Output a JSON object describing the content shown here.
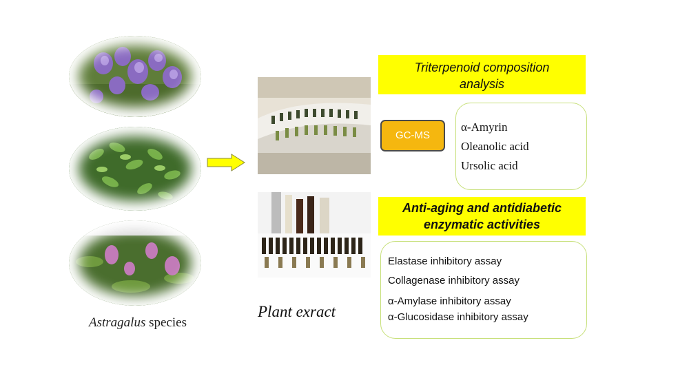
{
  "species_caption": {
    "genus": "Astragalus",
    "suffix": " species"
  },
  "extract_caption": "Plant exract",
  "triterpenoid_banner": {
    "line1": "Triterpenoid composition",
    "line2": "analysis"
  },
  "method_label": "GC-MS",
  "compounds": [
    "α-Amyrin",
    "Oleanolic acid",
    "Ursolic acid"
  ],
  "activity_banner": {
    "line1": "Anti-aging and antidiabetic",
    "line2": "enzymatic activities"
  },
  "assays": [
    "Elastase inhibitory assay",
    "Collagenase inhibitory assay",
    "α-Amylase inhibitory assay",
    "α-Glucosidase inhibitory assay"
  ],
  "colors": {
    "banner": "#ffff00",
    "gcms_fill": "#f5b70f",
    "box_border": "#c7e07a",
    "arrow": "#ffff00"
  }
}
